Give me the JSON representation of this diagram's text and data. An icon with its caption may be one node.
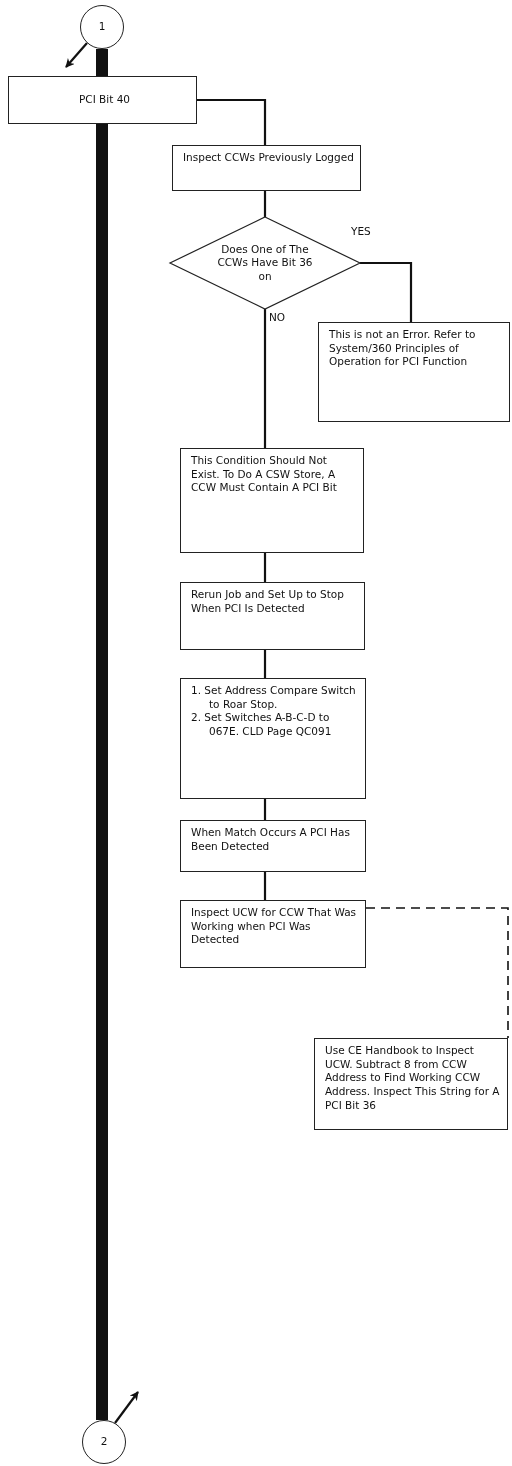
{
  "diagram": {
    "nodes": [
      {
        "text": [
          "1"
        ]
      },
      {
        "text": [
          "PCI Bit 40"
        ]
      },
      {
        "text": [
          "Inspect CCWs Previously Logged"
        ]
      },
      {
        "text": [
          "Does One of The CCWs Have Bit 36 on"
        ]
      },
      {
        "text": [
          "This is not an Error. Refer to System/360 Principles of Operation for PCI Function"
        ]
      },
      {
        "text": [
          "This Condition Should Not Exist. To Do A CSW Store, A CCW Must Contain A PCI Bit"
        ]
      },
      {
        "text": [
          "Rerun Job and Set Up to Stop When PCI Is Detected"
        ]
      },
      {
        "text": [
          "1. Set Address Compare Switch to Roar Stop.",
          "2. Set Switches A-B-C-D to 067E. CLD Page QC091"
        ]
      },
      {
        "text": [
          "When Match Occurs A PCI Has Been Detected"
        ]
      },
      {
        "text": [
          "Inspect UCW for CCW That Was Working when PCI Was Detected"
        ]
      },
      {
        "text": [
          "Use CE Handbook to Inspect UCW. Subtract 8 from CCW Address to Find Working CCW Address. Inspect This String for A PCI Bit 36"
        ]
      },
      {
        "text": [
          "2"
        ]
      }
    ],
    "edges": [
      {
        "from": 0,
        "to": 1,
        "arrow": "none",
        "style": "thick"
      },
      {
        "from": 1,
        "to": 11,
        "arrow": "none",
        "style": "thick"
      },
      {
        "from": 0,
        "to": null,
        "arrow": "to"
      },
      {
        "from": 11,
        "to": null,
        "arrow": "to"
      },
      {
        "from": 1,
        "to": 2,
        "arrow": "none"
      },
      {
        "from": 2,
        "to": 3,
        "arrow": "none"
      },
      {
        "from": 3,
        "to": 4,
        "arrow": "none",
        "label": "YES"
      },
      {
        "from": 3,
        "to": 5,
        "arrow": "none",
        "label": "NO"
      },
      {
        "from": 5,
        "to": 6,
        "arrow": "none"
      },
      {
        "from": 6,
        "to": 7,
        "arrow": "none"
      },
      {
        "from": 7,
        "to": 8,
        "arrow": "none"
      },
      {
        "from": 8,
        "to": 9,
        "arrow": "none"
      },
      {
        "from": 9,
        "to": 10,
        "arrow": "none",
        "style": "dashed"
      }
    ]
  }
}
